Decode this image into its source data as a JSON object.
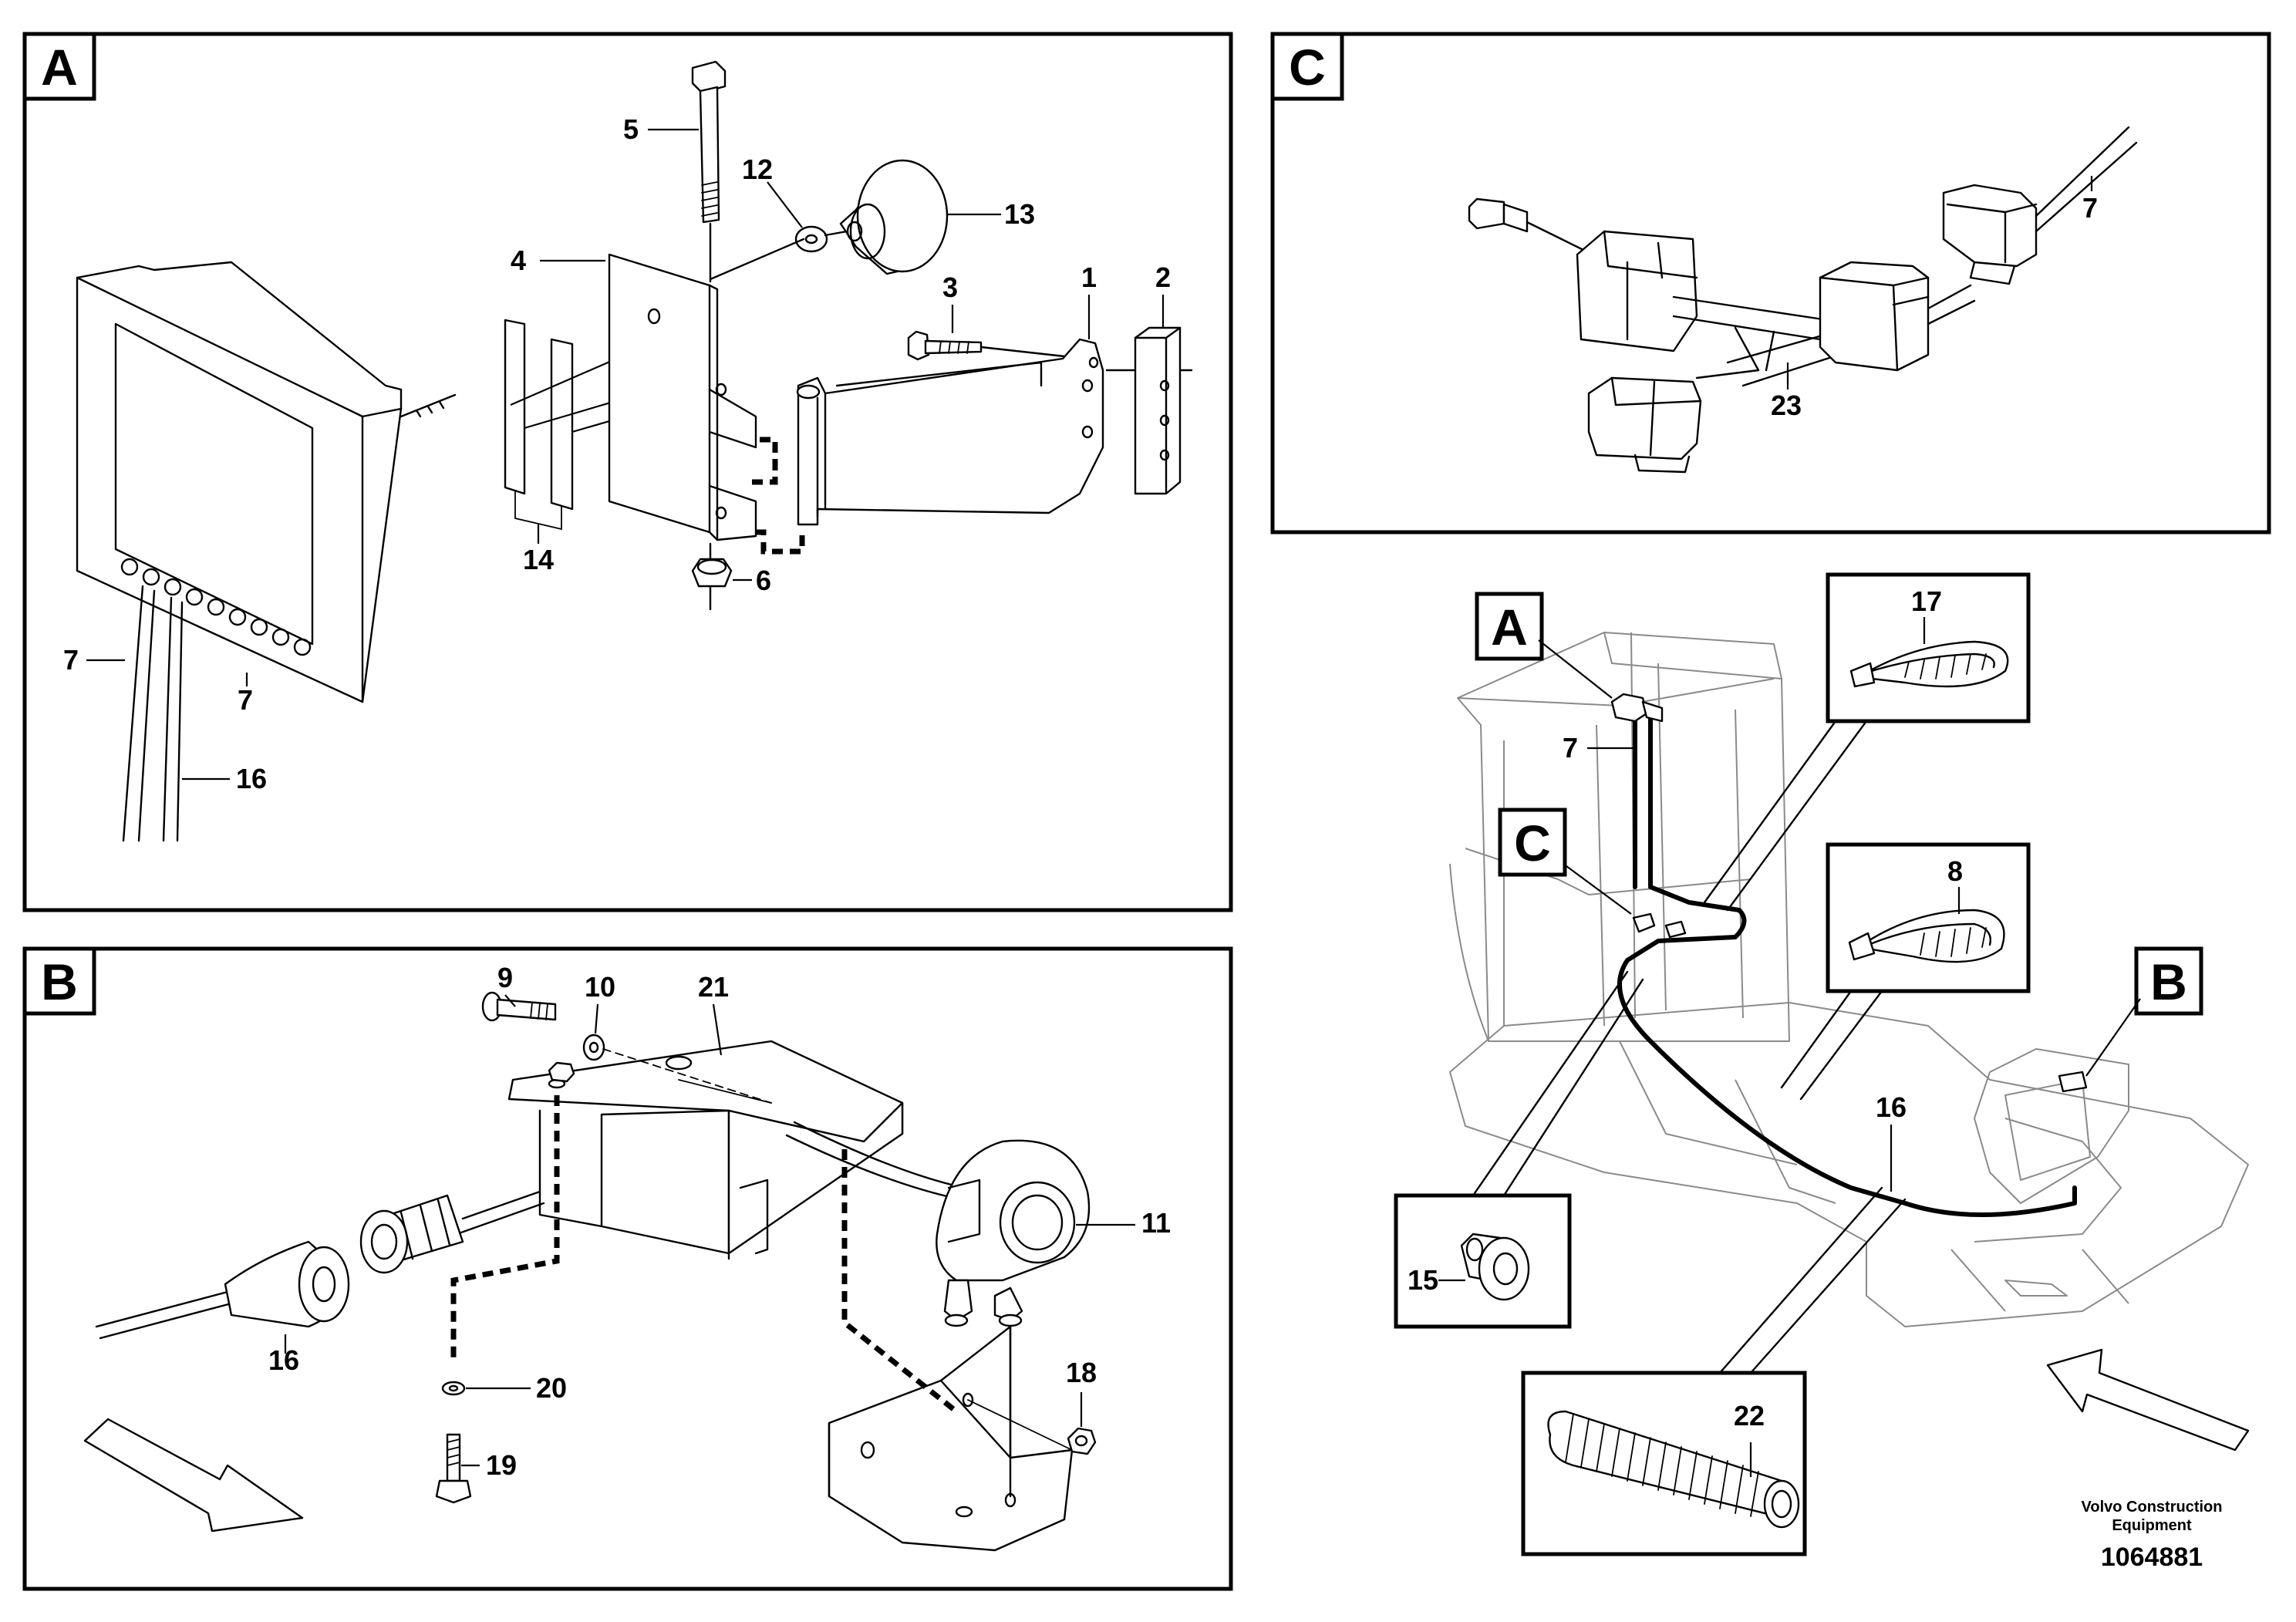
{
  "panels": {
    "A": {
      "label": "A"
    },
    "B": {
      "label": "B"
    },
    "C": {
      "label": "C"
    }
  },
  "overview": {
    "callout_a": "A",
    "callout_b": "B",
    "callout_c": "C"
  },
  "parts": {
    "p1": "1",
    "p2": "2",
    "p3": "3",
    "p4": "4",
    "p5": "5",
    "p6": "6",
    "p7": "7",
    "p8": "8",
    "p9": "9",
    "p10": "10",
    "p11": "11",
    "p12": "12",
    "p13": "13",
    "p14": "14",
    "p15": "15",
    "p16": "16",
    "p17": "17",
    "p18": "18",
    "p19": "19",
    "p20": "20",
    "p21": "21",
    "p22": "22",
    "p23": "23"
  },
  "footer": {
    "brand_line1": "Volvo Construction",
    "brand_line2": "Equipment",
    "drawing_number": "1064881"
  },
  "icons": [
    "direction-arrow-icon",
    "cable-tie-icon",
    "grommet-icon",
    "conduit-icon"
  ]
}
